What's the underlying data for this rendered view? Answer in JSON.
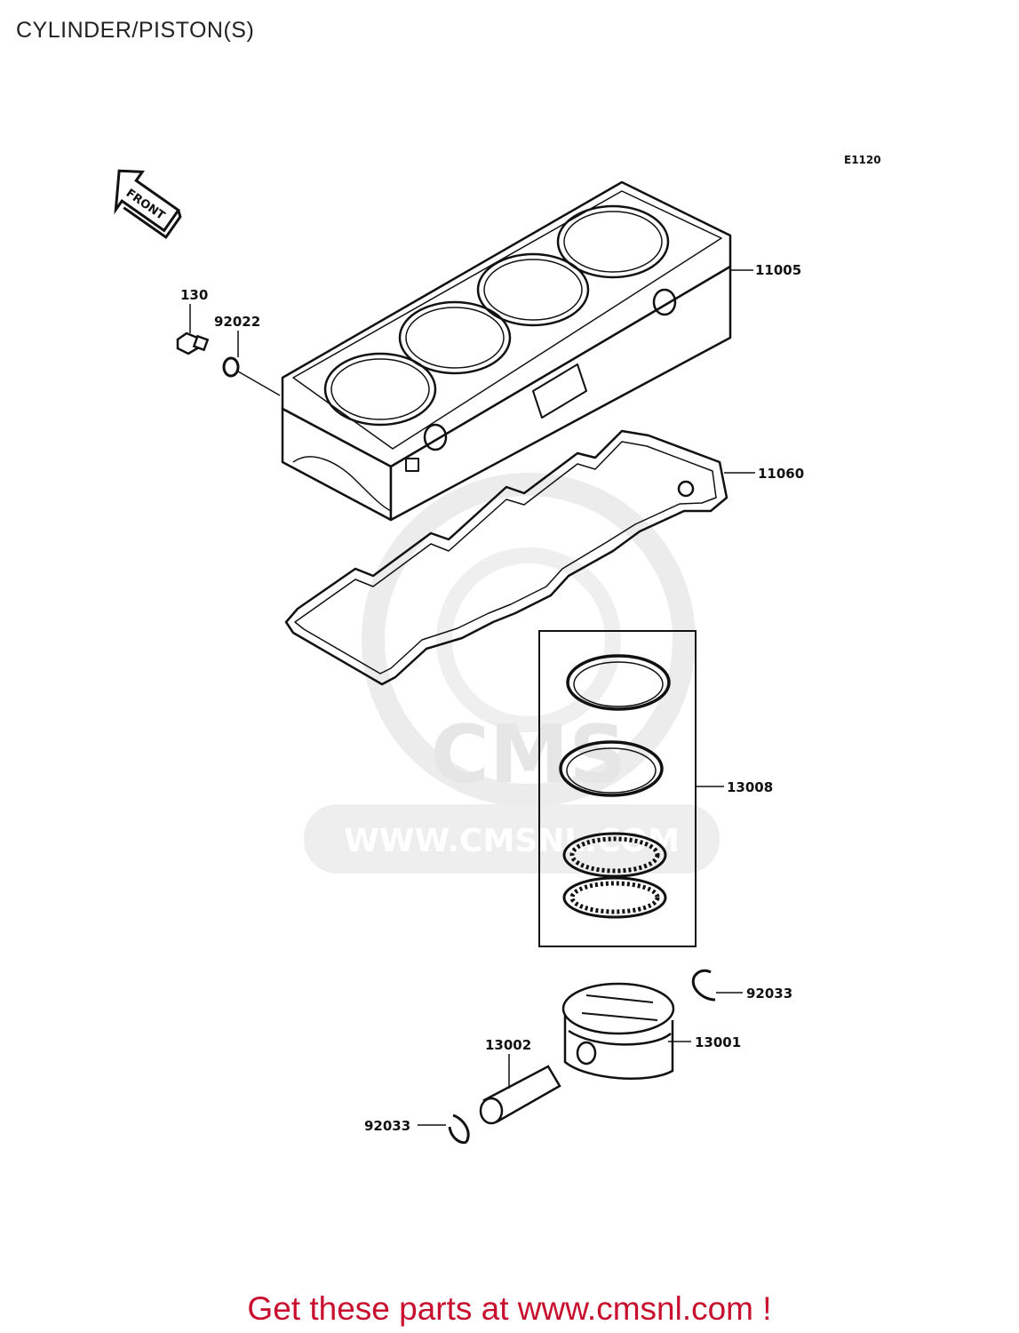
{
  "page": {
    "title": "CYLINDER/PISTON(S)",
    "diagram_code": "E1120",
    "front_marker": "FRONT"
  },
  "callouts": [
    {
      "part_number": "11005"
    },
    {
      "part_number": "130"
    },
    {
      "part_number": "92022"
    },
    {
      "part_number": "11060"
    },
    {
      "part_number": "13008"
    },
    {
      "part_number": "92033"
    },
    {
      "part_number": "13001"
    },
    {
      "part_number": "13002"
    },
    {
      "part_number": "92033"
    }
  ],
  "watermark": {
    "logo_text": "CMS",
    "url_text": "WWW.CMSNL.COM"
  },
  "footer": {
    "call_to_action": "Get these parts at www.cmsnl.com !",
    "cta_color": "#c8102e"
  }
}
